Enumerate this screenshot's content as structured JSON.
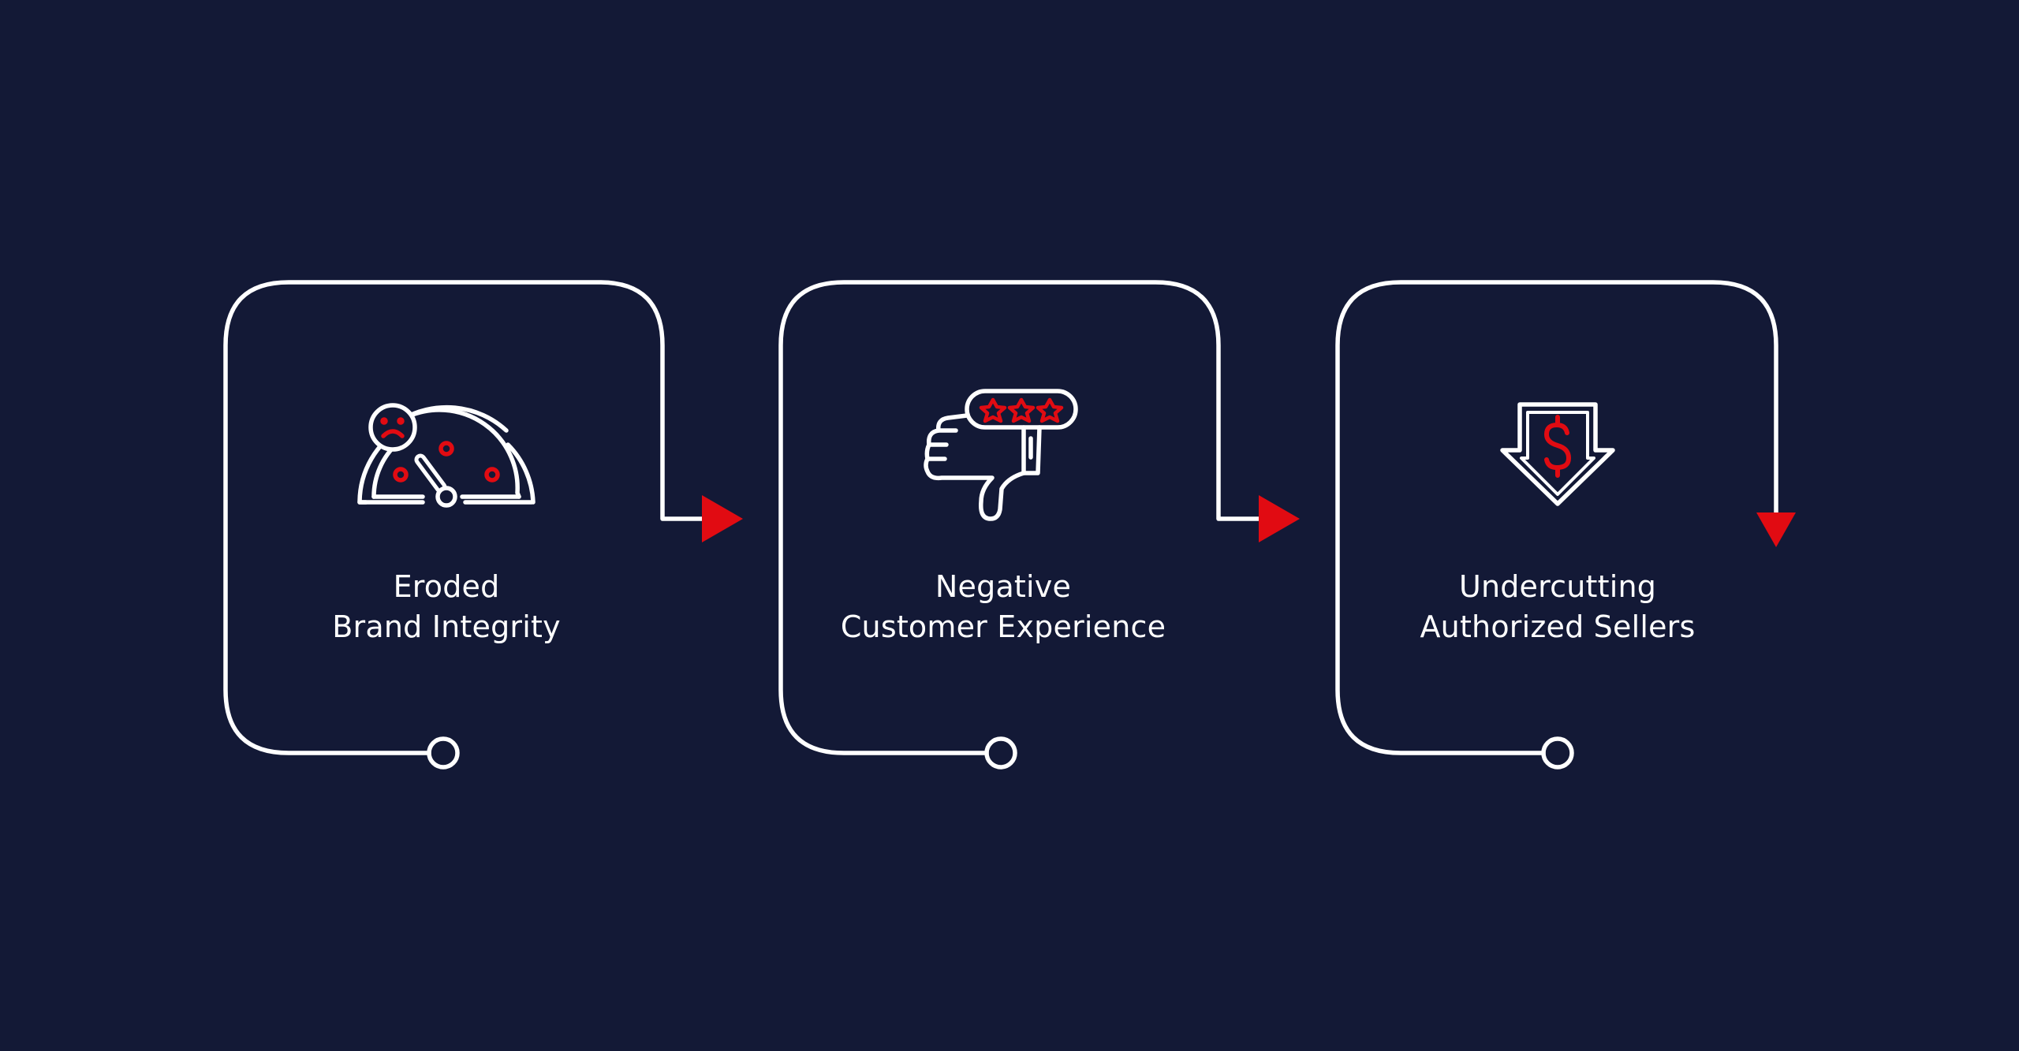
{
  "colors": {
    "background": "#131936",
    "line": "#ffffff",
    "accent": "#e10b12"
  },
  "steps": [
    {
      "icon": "broken-speedometer-icon",
      "line1": "Eroded",
      "line2": "Brand Integrity"
    },
    {
      "icon": "thumbs-down-rating-icon",
      "line1": "Negative",
      "line2": "Customer Experience"
    },
    {
      "icon": "price-drop-arrow-icon",
      "line1": "Undercutting",
      "line2": "Authorized Sellers"
    }
  ]
}
